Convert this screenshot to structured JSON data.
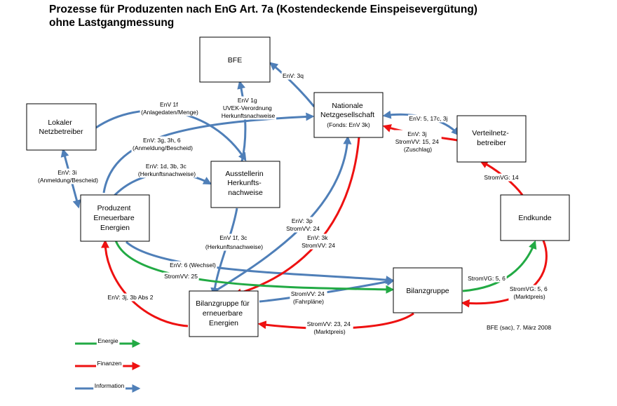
{
  "title": {
    "line1": "Prozesse für Produzenten nach EnG Art. 7a (Kostendeckende Einspeisevergütung)",
    "line2": "ohne Lastgangmessung"
  },
  "colors": {
    "energie": "#22aa44",
    "finanzen": "#ee1111",
    "information": "#4f7fb8"
  },
  "nodes": {
    "bfe": [
      "BFE"
    ],
    "netzbetreiber": [
      "Lokaler",
      "Netzbetreiber"
    ],
    "nationale": [
      "Nationale",
      "Netzgesellschaft",
      "(Fonds: EnV 3k)"
    ],
    "verteilnetz": [
      "Verteilnetz-",
      "betreiber"
    ],
    "ausstellerin": [
      "Ausstellerin",
      "Herkunfts-",
      "nachweise"
    ],
    "produzent": [
      "Produzent",
      "Erneuerbare",
      "Energien"
    ],
    "endkunde": [
      "Endkunde"
    ],
    "bilanzgruppe": [
      "Bilanzgruppe"
    ],
    "bge": [
      "Bilanzgruppe für",
      "erneuerbare",
      "Energien"
    ]
  },
  "labels": {
    "l_env3q": [
      "EnV: 3q"
    ],
    "l_env1g": [
      "EnV 1g",
      "UVEK-Verordnung",
      "Herkunftsnachweise"
    ],
    "l_env1f": [
      "EnV 1f",
      "(Anlagedaten/Menge)"
    ],
    "l_env3g": [
      "EnV: 3g, 3h, 6",
      "(Anmeldung/Bescheid)"
    ],
    "l_env1d": [
      "EnV: 1d, 3b, 3c",
      "(Herkunftsnachweise)"
    ],
    "l_env3i": [
      "EnV: 3i",
      "(Anmeldung/Bescheid)"
    ],
    "l_env5": [
      "EnV: 5, 17c, 3j"
    ],
    "l_env3j": [
      "EnV: 3j",
      "StromVV: 15, 24",
      "(Zuschlag)"
    ],
    "l_stromvg14": [
      "StromVG: 14"
    ],
    "l_env3p": [
      "EnV: 3p",
      "StromVV: 24"
    ],
    "l_env3k": [
      "EnV: 3k",
      "StromVV: 24"
    ],
    "l_env1f3c": [
      "EnV 1f, 3c",
      "(Herkunftsnachweise)"
    ],
    "l_env6": [
      "EnV: 6 (Wechsel)"
    ],
    "l_stromvv25": [
      "StromVV: 25"
    ],
    "l_fahrplaene": [
      "StromVV: 24",
      "(Fahrpläne)"
    ],
    "l_env3jabs": [
      "EnV: 3j, 3b Abs 2"
    ],
    "l_markt": [
      "StromVV: 23, 24",
      "(Marktpreis)"
    ],
    "l_stromvg56g": [
      "StromVG: 5, 6"
    ],
    "l_stromvg56r": [
      "StromVG: 5, 6",
      "(Marktpreis)"
    ]
  },
  "footer": "BFE (sac), 7. März 2008",
  "legend": {
    "energie": "Energie",
    "finanzen": "Finanzen",
    "information": "Information"
  }
}
